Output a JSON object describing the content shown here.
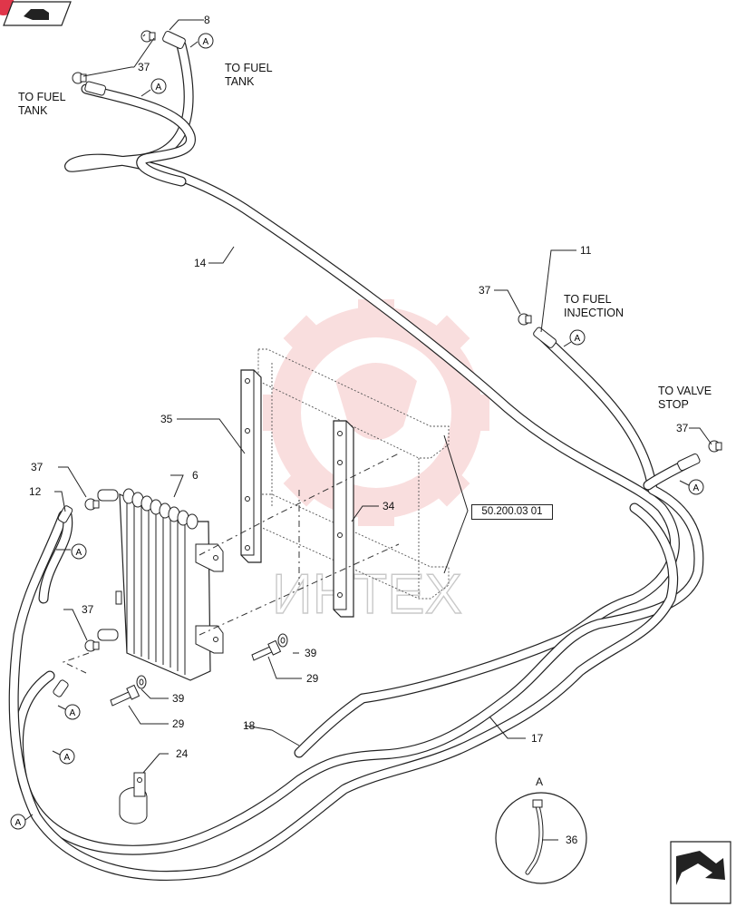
{
  "callouts": {
    "c8": "8",
    "c37a": "37",
    "c14": "14",
    "c11": "11",
    "c37b": "37",
    "c35": "35",
    "c37c": "37",
    "c6": "6",
    "c12": "12",
    "c34": "34",
    "c37d": "37",
    "c39a": "39",
    "c29a": "29",
    "c39b": "39",
    "c29b": "29",
    "c18": "18",
    "c17": "17",
    "c24": "24",
    "c36": "36"
  },
  "notes": {
    "to_fuel_tank_right_1": "TO FUEL",
    "to_fuel_tank_right_2": "TANK",
    "to_fuel_tank_left_1": "TO FUEL",
    "to_fuel_tank_left_2": "TANK",
    "to_fuel_injection_1": "TO FUEL",
    "to_fuel_injection_2": "INJECTION",
    "to_valve_stop_1": "TO VALVE",
    "to_valve_stop_2": "STOP"
  },
  "detail_marker": "A",
  "detail_view_title": "A",
  "reference": "50.200.03 01",
  "watermark_text": "ИНТЕХ",
  "icons": {
    "top_left": "book-back-icon",
    "bottom_right": "next-page-arrow-icon"
  },
  "colors": {
    "watermark": "#f3b8b8",
    "badge": "#e0364a",
    "line": "#222222"
  }
}
